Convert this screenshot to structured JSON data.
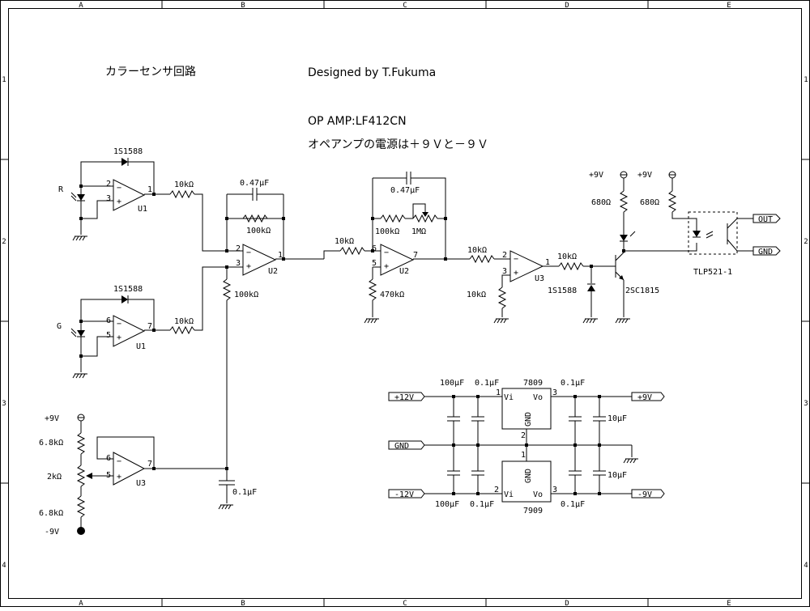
{
  "title": "カラーセンサ回路",
  "designer": "Designed by T.Fukuma",
  "opamp_note": "OP AMP:LF412CN",
  "power_note": "オペアンプの電源は＋９Ｖと－９Ｖ",
  "border": {
    "cols": [
      "A",
      "B",
      "C",
      "D",
      "E"
    ],
    "rows": [
      "1",
      "2",
      "3",
      "4"
    ]
  },
  "labels": {
    "r_sensor": "R",
    "g_sensor": "G",
    "diode_1s1588": "1S1588",
    "u1": "U1",
    "u2": "U2",
    "u3": "U3",
    "r_10k": "10kΩ",
    "r_100k": "100kΩ",
    "r_1m": "1MΩ",
    "r_470k": "470kΩ",
    "r_680": "680Ω",
    "r_6_8k": "6.8kΩ",
    "r_2k": "2kΩ",
    "c_047u": "0.47μF",
    "c_01u": "0.1μF",
    "c_100u": "100μF",
    "transistor": "2SC1815",
    "photocoupler": "TLP521-1",
    "pos9v": "+9V",
    "neg9v": "-9V",
    "out": "OUT",
    "gnd": "GND",
    "p12v": "+12V",
    "m12v": "-12V",
    "reg_pos": "7809",
    "reg_neg": "7909",
    "vi": "Vi",
    "vo": "Vo",
    "pin1": "1",
    "pin2": "2",
    "pin3": "3",
    "pin5": "5",
    "pin6": "6",
    "pin7": "7"
  }
}
